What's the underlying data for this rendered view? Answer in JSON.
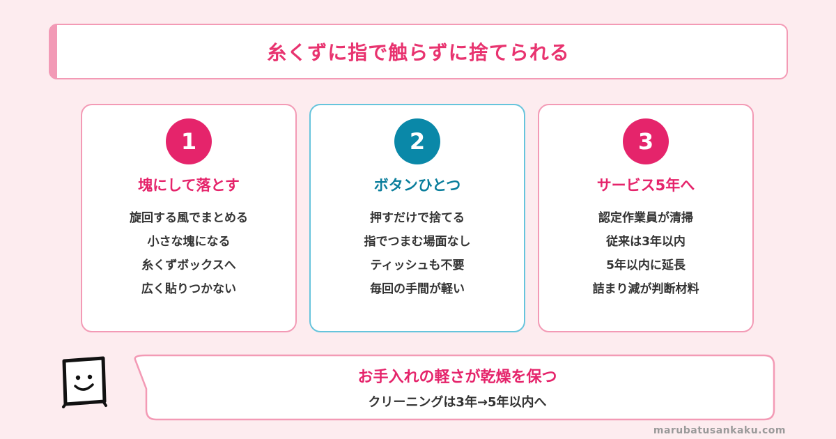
{
  "title": "糸くずに指で触らずに捨てられる",
  "colors": {
    "pink_accent": "#e5246b",
    "blue_accent": "#0a88a8",
    "pink_border": "#f39ab5",
    "blue_border": "#66c4dc",
    "background": "#fdecef"
  },
  "cards": [
    {
      "number": "1",
      "heading": "塊にして落とす",
      "items": [
        "旋回する風でまとめる",
        "小さな塊になる",
        "糸くずボックスへ",
        "広く貼りつかない"
      ]
    },
    {
      "number": "2",
      "heading": "ボタンひとつ",
      "items": [
        "押すだけで捨てる",
        "指でつまむ場面なし",
        "ティッシュも不要",
        "毎回の手間が軽い"
      ]
    },
    {
      "number": "3",
      "heading": "サービス5年へ",
      "items": [
        "認定作業員が清掃",
        "従来は3年以内",
        "5年以内に延長",
        "詰まり減が判断材料"
      ]
    }
  ],
  "bottom": {
    "heading": "お手入れの軽さが乾燥を保つ",
    "sub": "クリーニングは3年→5年以内へ"
  },
  "mascot_icon": "smiling-box-icon",
  "site": "marubatusankaku.com"
}
